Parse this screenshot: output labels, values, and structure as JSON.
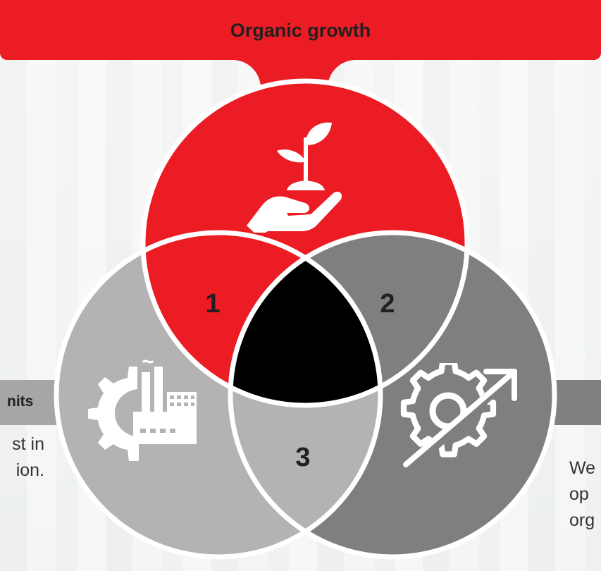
{
  "header": {
    "title": "Organic growth"
  },
  "left": {
    "title_fragment": "nits",
    "text_lines": [
      "st in",
      "ion."
    ]
  },
  "right": {
    "text_lines": [
      "We",
      "op",
      "org"
    ]
  },
  "regions": {
    "one": "1",
    "two": "2",
    "three": "3"
  },
  "icons": {
    "top": "plant-in-hand-icon",
    "left": "factory-gear-icon",
    "right": "gear-growth-arrow-icon"
  },
  "colors": {
    "red": "#ec1c24",
    "light_gray": "#b3b3b3",
    "dark_gray": "#7f7f7f",
    "center": "#000000"
  }
}
